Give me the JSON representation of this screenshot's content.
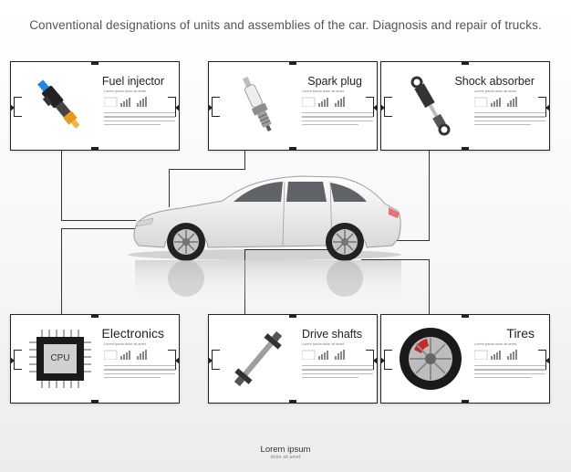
{
  "header": {
    "title": "Conventional designations of units and assemblies of the car. Diagnosis and repair of trucks."
  },
  "cards": [
    {
      "id": "fuel-injector",
      "label": "Fuel injector",
      "subtitle": "Lorem ipsum dolor sit amet.",
      "icon": "fuel-injector-icon"
    },
    {
      "id": "spark-plug",
      "label": "Spark plug",
      "subtitle": "Lorem ipsum dolor sit amet.",
      "icon": "spark-plug-icon"
    },
    {
      "id": "shock-absorber",
      "label": "Shock absorber",
      "subtitle": "Lorem ipsum dolor sit amet.",
      "icon": "shock-absorber-icon"
    },
    {
      "id": "electronics",
      "label": "Electronics",
      "subtitle": "Lorem ipsum dolor sit amet.",
      "icon": "cpu-chip-icon",
      "chip_text": "CPU"
    },
    {
      "id": "drive-shafts",
      "label": "Drive shafts",
      "subtitle": "Lorem ipsum dolor sit amet.",
      "icon": "drive-shaft-icon"
    },
    {
      "id": "tires",
      "label": "Tires",
      "subtitle": "Lorem ipsum dolor sit amet.",
      "icon": "tire-wheel-icon"
    }
  ],
  "footer": {
    "title": "Lorem ipsum",
    "subtitle": "dolor sit amet"
  },
  "colors": {
    "frame": "#222222",
    "connector": "#333333",
    "car_body": "#f2f2f2",
    "injector_accent": "#e79a1a",
    "injector_top": "#1e88e5"
  }
}
